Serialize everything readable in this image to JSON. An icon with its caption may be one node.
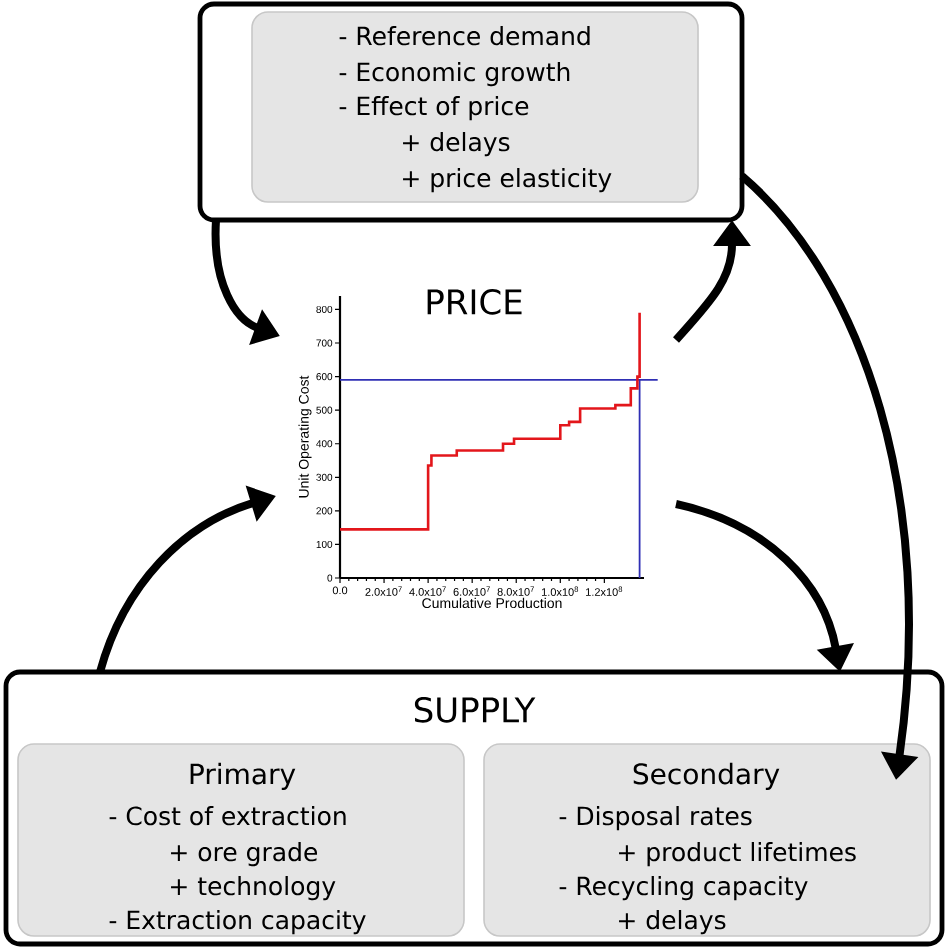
{
  "diagram": {
    "nodes": [
      {
        "text": [],
        "shape": "box"
      },
      {
        "text": [
          "- Reference demand",
          "- Economic growth",
          "- Effect of price",
          "+ delays",
          "+ price elasticity"
        ],
        "in": 0
      },
      {
        "text": [
          "PRICE"
        ]
      },
      {
        "text": [
          "SUPPLY"
        ]
      },
      {
        "text": [
          "Primary",
          "- Cost of extraction",
          "+ ore grade",
          "+ technology",
          "- Extraction capacity"
        ],
        "in": 3
      },
      {
        "text": [
          "Secondary",
          "- Disposal rates",
          "+ product lifetimes",
          "- Recycling capacity",
          "+ delays"
        ],
        "in": 3
      }
    ],
    "edges": [
      {
        "from": 0,
        "to": 2,
        "arrow": "to"
      },
      {
        "from": 2,
        "to": 0,
        "arrow": "to"
      },
      {
        "from": 2,
        "to": 3,
        "arrow": "to"
      },
      {
        "from": 3,
        "to": 2,
        "arrow": "to"
      },
      {
        "from": 0,
        "to": 5,
        "arrow": "to"
      }
    ],
    "chart_data": {
      "type": "line",
      "xlabel": "Cumulative Production",
      "ylabel": "Unit Operating Cost",
      "x": [
        0,
        40000000,
        40000000,
        41500000,
        41500000,
        53000000,
        53000000,
        74000000,
        74000000,
        79000000,
        79000000,
        100000000,
        100000000,
        104000000,
        104000000,
        109000000,
        109000000,
        125000000,
        125000000,
        132000000,
        132000000,
        135000000,
        135000000,
        136000000,
        136000000
      ],
      "series": [
        {
          "color": "#e3161b",
          "values": [
            145,
            145,
            335,
            335,
            365,
            365,
            380,
            380,
            400,
            400,
            415,
            415,
            455,
            455,
            465,
            465,
            505,
            505,
            515,
            515,
            565,
            565,
            600,
            600,
            790
          ]
        }
      ],
      "xlim": [
        0,
        138000000
      ],
      "ylim": [
        0,
        840
      ],
      "xticks": [
        {
          "value": 0,
          "label": "0.0"
        },
        {
          "value": 20000000,
          "label": "2.0x10$^{7}$"
        },
        {
          "value": 40000000,
          "label": "4.0x10$^{7}$"
        },
        {
          "value": 60000000,
          "label": "6.0x10$^{7}$"
        },
        {
          "value": 80000000,
          "label": "8.0x10$^{7}$"
        },
        {
          "value": 100000000,
          "label": "1.0x10$^{8}$"
        },
        {
          "value": 120000000,
          "label": "1.2x10$^{8}$"
        }
      ],
      "yticks": [
        0,
        100,
        200,
        300,
        400,
        500,
        600,
        700,
        800
      ],
      "ref_lines": [
        {
          "axis": "y",
          "value": 590,
          "color": "#2f2fb4"
        },
        {
          "axis": "x",
          "value": 136000000,
          "color": "#2f2fb4"
        }
      ]
    }
  }
}
